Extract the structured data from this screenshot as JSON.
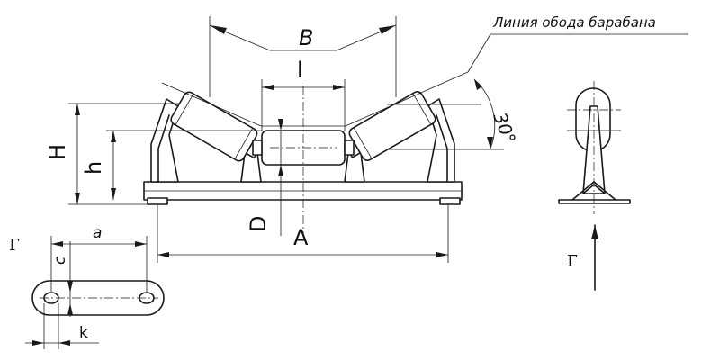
{
  "labels": {
    "rim_line": "Линия обода барабана",
    "B": "B",
    "l": "l",
    "H": "H",
    "h": "h",
    "D": "D",
    "A": "A",
    "angle": "30°",
    "a": "a",
    "c": "c",
    "k": "k",
    "view_G_left": "Г",
    "view_G_right": "Г"
  }
}
